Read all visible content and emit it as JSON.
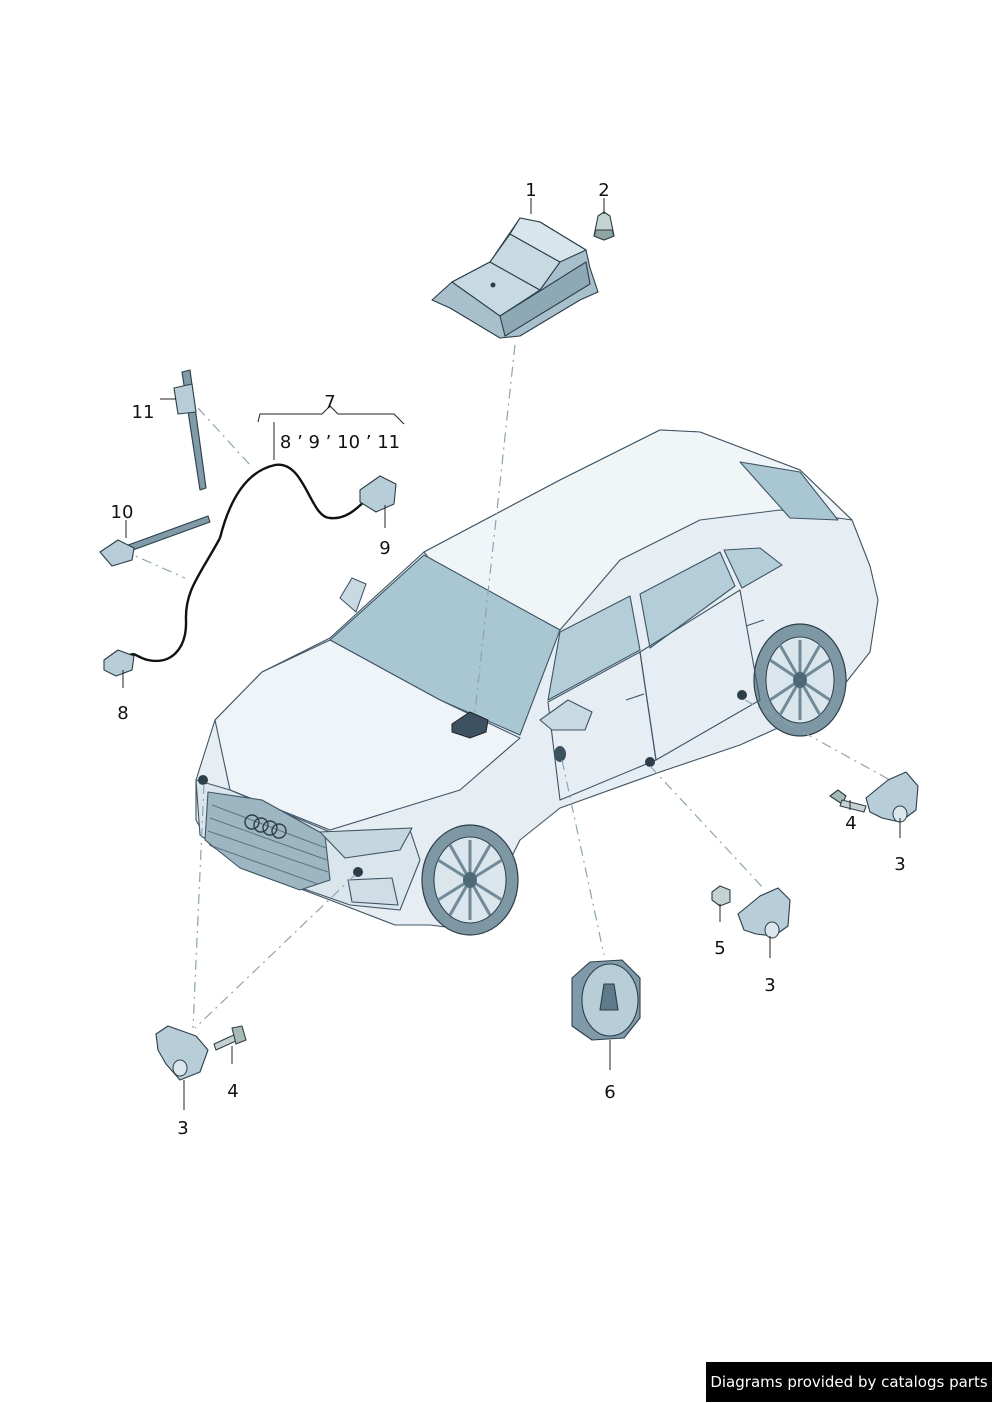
{
  "callouts": {
    "c1": "1",
    "c2": "2",
    "c3a": "3",
    "c3b": "3",
    "c3c": "3",
    "c4a": "4",
    "c4b": "4",
    "c5": "5",
    "c6": "6",
    "c7": "7",
    "c7_items": "8 ’ 9 ’ 10 ’ 11",
    "c8": "8",
    "c9": "9",
    "c10": "10",
    "c11": "11"
  },
  "footer": {
    "credit": "Diagrams provided by catalogs parts"
  },
  "colors": {
    "car_fill": "#e6eef3",
    "car_shade": "#c9d9e2",
    "glass": "#a9c7d2",
    "part_fill": "#b7cdd7",
    "part_dark": "#7f9aa8",
    "line": "#2c3e4a"
  }
}
